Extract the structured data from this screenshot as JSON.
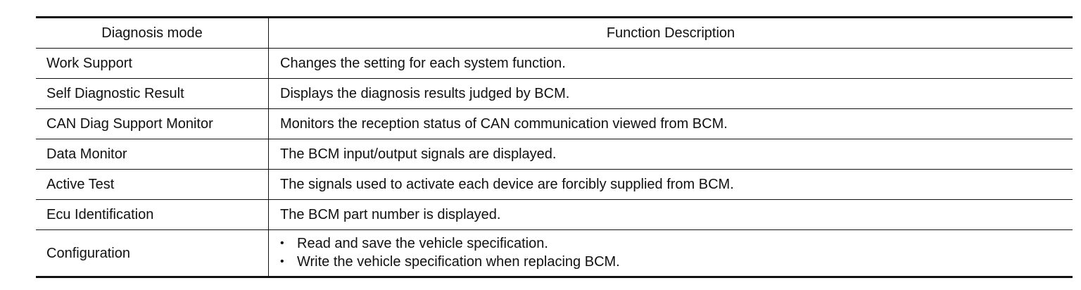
{
  "table": {
    "headers": {
      "mode": "Diagnosis mode",
      "description": "Function Description"
    },
    "rows": [
      {
        "mode": "Work Support",
        "description": "Changes the setting for each system function."
      },
      {
        "mode": "Self Diagnostic Result",
        "description": "Displays the diagnosis results judged by BCM."
      },
      {
        "mode": "CAN Diag Support Monitor",
        "description": "Monitors the reception status of CAN communication viewed from BCM."
      },
      {
        "mode": "Data Monitor",
        "description": "The BCM input/output signals are displayed."
      },
      {
        "mode": "Active Test",
        "description": "The signals used to activate each device are forcibly supplied from BCM."
      },
      {
        "mode": "Ecu Identification",
        "description": "The BCM part number is displayed."
      },
      {
        "mode": "Configuration",
        "bullets": [
          "Read and save the vehicle specification.",
          "Write the vehicle specification when replacing BCM."
        ]
      }
    ]
  }
}
